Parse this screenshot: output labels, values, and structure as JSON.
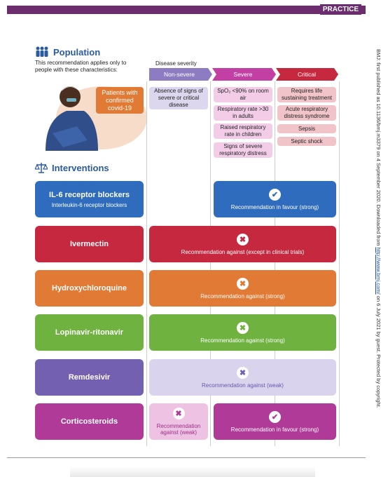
{
  "header": {
    "section": "PRACTICE"
  },
  "side_note": {
    "before": "BMJ: first published as 10.1136/bmj.m3379 on 4 September 2020. Downloaded from ",
    "link": "http://www.bmj.com/",
    "after": " on 6 July 2021 by guest. Protected by copyright."
  },
  "population": {
    "title": "Population",
    "intro": "This recommendation applies only to people with these characteristics:",
    "patient_label": "Patients with confirmed covid-19"
  },
  "severity": {
    "label": "Disease severity",
    "levels": [
      {
        "name": "Non-severe",
        "color": "#8e7cc3"
      },
      {
        "name": "Severe",
        "color": "#c23fa3"
      },
      {
        "name": "Critical",
        "color": "#c6283f"
      }
    ],
    "non_severe_criteria": [
      "Absence of signs of severe or critical disease"
    ],
    "severe_criteria": [
      "SpO₂ <90% on room air",
      "Respiratory rate >30 in adults",
      "Raised respiratory rate in children",
      "Signs of severe respiratory distress"
    ],
    "critical_criteria": [
      "Requires life sustaining treatment",
      "Acute respiratory distress syndrome",
      "Sepsis",
      "Septic shock"
    ]
  },
  "interventions": {
    "title": "Interventions",
    "rows": [
      {
        "drug": "IL-6 receptor blockers",
        "sub": "Interleukin-6 receptor blockers",
        "color": "#2f6cbd",
        "recs": [
          {
            "text": "Recommendation in favour (strong)",
            "icon": "check"
          }
        ]
      },
      {
        "drug": "Ivermectin",
        "sub": "",
        "color": "#c6283f",
        "recs": [
          {
            "text": "Recommendation against (except in clinical trials)",
            "icon": "cross"
          }
        ]
      },
      {
        "drug": "Hydroxychloroquine",
        "sub": "",
        "color": "#e07a34",
        "recs": [
          {
            "text": "Recommendation against (strong)",
            "icon": "cross"
          }
        ]
      },
      {
        "drug": "Lopinavir-ritonavir",
        "sub": "",
        "color": "#6fb23f",
        "recs": [
          {
            "text": "Recommendation against (strong)",
            "icon": "cross"
          }
        ]
      },
      {
        "drug": "Remdesivir",
        "sub": "",
        "color": "#7460b0",
        "recs": [
          {
            "text": "Recommendation against (weak)",
            "icon": "cross"
          }
        ]
      },
      {
        "drug": "Corticosteroids",
        "sub": "",
        "color": "#b03a97",
        "recs": [
          {
            "text": "Recommendation against (weak)",
            "icon": "cross"
          },
          {
            "text": "Recommendation in favour (strong)",
            "icon": "check"
          }
        ]
      }
    ]
  }
}
